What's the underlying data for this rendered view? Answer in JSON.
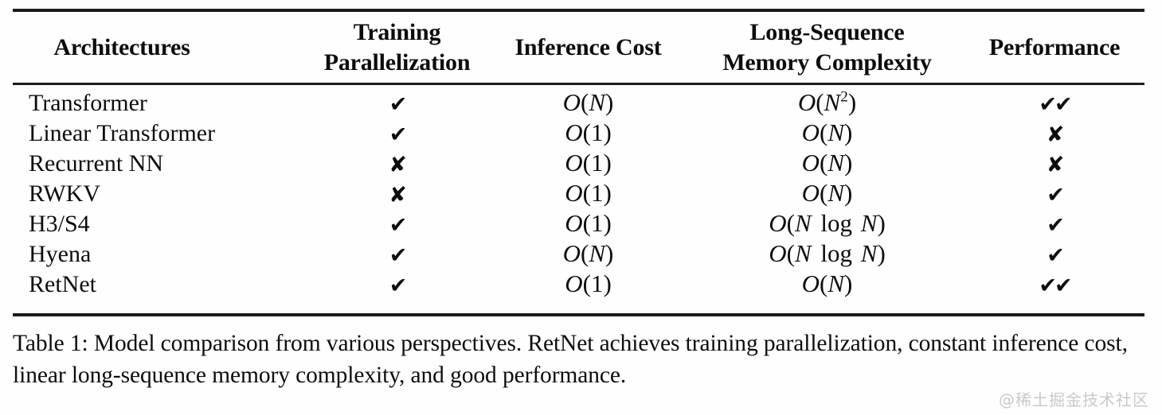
{
  "table": {
    "headers": [
      "Architectures",
      "Training\nParallelization",
      "Inference Cost",
      "Long-Sequence\nMemory Complexity",
      "Performance"
    ],
    "rows": [
      {
        "architecture": "Transformer",
        "training_parallelization": "✔",
        "inference_cost": "O(N)",
        "memory_complexity": "O(N²)",
        "performance": "✔✔"
      },
      {
        "architecture": "Linear Transformer",
        "training_parallelization": "✔",
        "inference_cost": "O(1)",
        "memory_complexity": "O(N)",
        "performance": "✘"
      },
      {
        "architecture": "Recurrent NN",
        "training_parallelization": "✘",
        "inference_cost": "O(1)",
        "memory_complexity": "O(N)",
        "performance": "✘"
      },
      {
        "architecture": "RWKV",
        "training_parallelization": "✘",
        "inference_cost": "O(1)",
        "memory_complexity": "O(N)",
        "performance": "✔"
      },
      {
        "architecture": "H3/S4",
        "training_parallelization": "✔",
        "inference_cost": "O(1)",
        "memory_complexity": "O(N log N)",
        "performance": "✔"
      },
      {
        "architecture": "Hyena",
        "training_parallelization": "✔",
        "inference_cost": "O(N)",
        "memory_complexity": "O(N log N)",
        "performance": "✔"
      },
      {
        "architecture": "RetNet",
        "training_parallelization": "✔",
        "inference_cost": "O(1)",
        "memory_complexity": "O(N)",
        "performance": "✔✔"
      }
    ]
  },
  "caption": {
    "label": "Table 1:",
    "text": "Table 1:  Model comparison from various perspectives.  RetNet achieves training parallelization, constant inference cost, linear long-sequence memory complexity, and good performance."
  },
  "watermark": {
    "text": "@稀土掘金技术社区"
  },
  "colors": {
    "text": "#0d0d0d",
    "rule": "#1b1b1b",
    "background": "#fefefe",
    "watermark": "#c9c9c9"
  }
}
